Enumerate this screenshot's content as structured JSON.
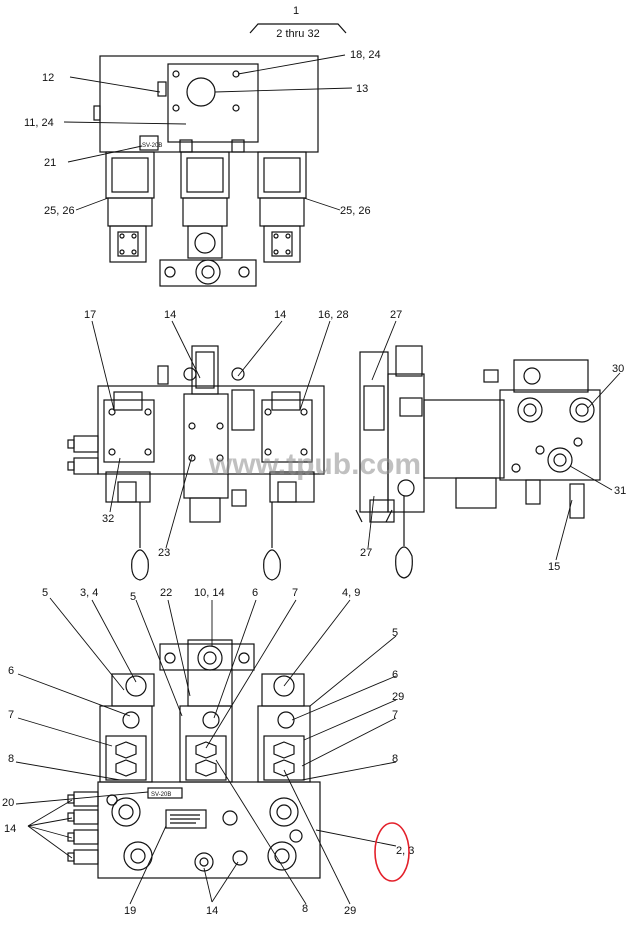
{
  "header": {
    "ref": "1",
    "range": "2 thru 32"
  },
  "watermark": "www.tpub.com",
  "callouts": {
    "top": [
      "12",
      "18, 24",
      "13",
      "11, 24",
      "21",
      "25, 26",
      "25, 26"
    ],
    "middle": [
      "17",
      "14",
      "14",
      "16, 28",
      "27",
      "30",
      "32",
      "23",
      "31",
      "27",
      "15"
    ],
    "bottom": [
      "5",
      "3, 4",
      "5",
      "22",
      "10, 14",
      "6",
      "7",
      "4, 9",
      "5",
      "6",
      "6",
      "29",
      "7",
      "7",
      "8",
      "8",
      "20",
      "14",
      "2, 3",
      "19",
      "14",
      "8",
      "29"
    ]
  },
  "labels": {
    "valve_tag_top": "SV-20B",
    "valve_tag_bottom": "SV-20B"
  },
  "colors": {
    "ink": "#111111",
    "highlight": "#e3202a",
    "watermark": "#8c8c8c"
  }
}
